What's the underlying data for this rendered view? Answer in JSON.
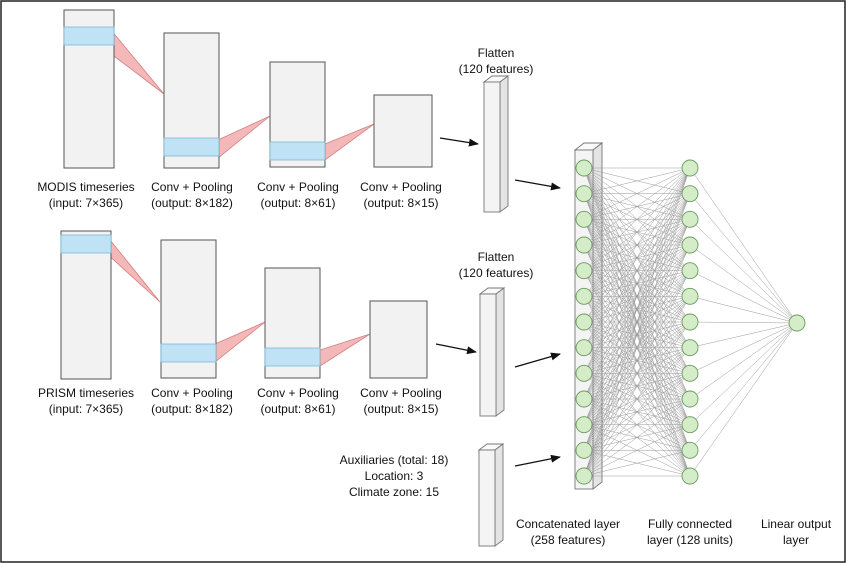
{
  "cnn_rows": [
    {
      "input_label": "MODIS timeseries",
      "input_shape": "(input: 7×365)",
      "layers": [
        {
          "title": "Conv + Pooling",
          "shape": "(output: 8×182)"
        },
        {
          "title": "Conv + Pooling",
          "shape": "(output: 8×61)"
        },
        {
          "title": "Conv + Pooling",
          "shape": "(output: 8×15)"
        }
      ],
      "flatten_title": "Flatten",
      "flatten_features": "(120 features)"
    },
    {
      "input_label": "PRISM timeseries",
      "input_shape": "(input: 7×365)",
      "layers": [
        {
          "title": "Conv + Pooling",
          "shape": "(output: 8×182)"
        },
        {
          "title": "Conv + Pooling",
          "shape": "(output: 8×61)"
        },
        {
          "title": "Conv + Pooling",
          "shape": "(output: 8×15)"
        }
      ],
      "flatten_title": "Flatten",
      "flatten_features": "(120 features)"
    }
  ],
  "auxiliaries": {
    "total": "Auxiliaries (total: 18)",
    "location": "Location: 3",
    "climate": "Climate zone: 15"
  },
  "concat": {
    "title": "Concatenated layer",
    "features": "(258 features)",
    "node_count": 13
  },
  "fc": {
    "title": "Fully connected",
    "units": "layer (128 units)",
    "node_count": 13
  },
  "output": {
    "title": "Linear output",
    "subtitle": "layer",
    "node_count": 1
  },
  "colors": {
    "block_fill": "#f2f2f2",
    "block_edge": "#555555",
    "highlight": "#bfe3f5",
    "kernel": "#f4b8b8",
    "node_fill": "#d4ecc8",
    "node_edge": "#6a9a5c",
    "connection": "#9a9a9a"
  }
}
